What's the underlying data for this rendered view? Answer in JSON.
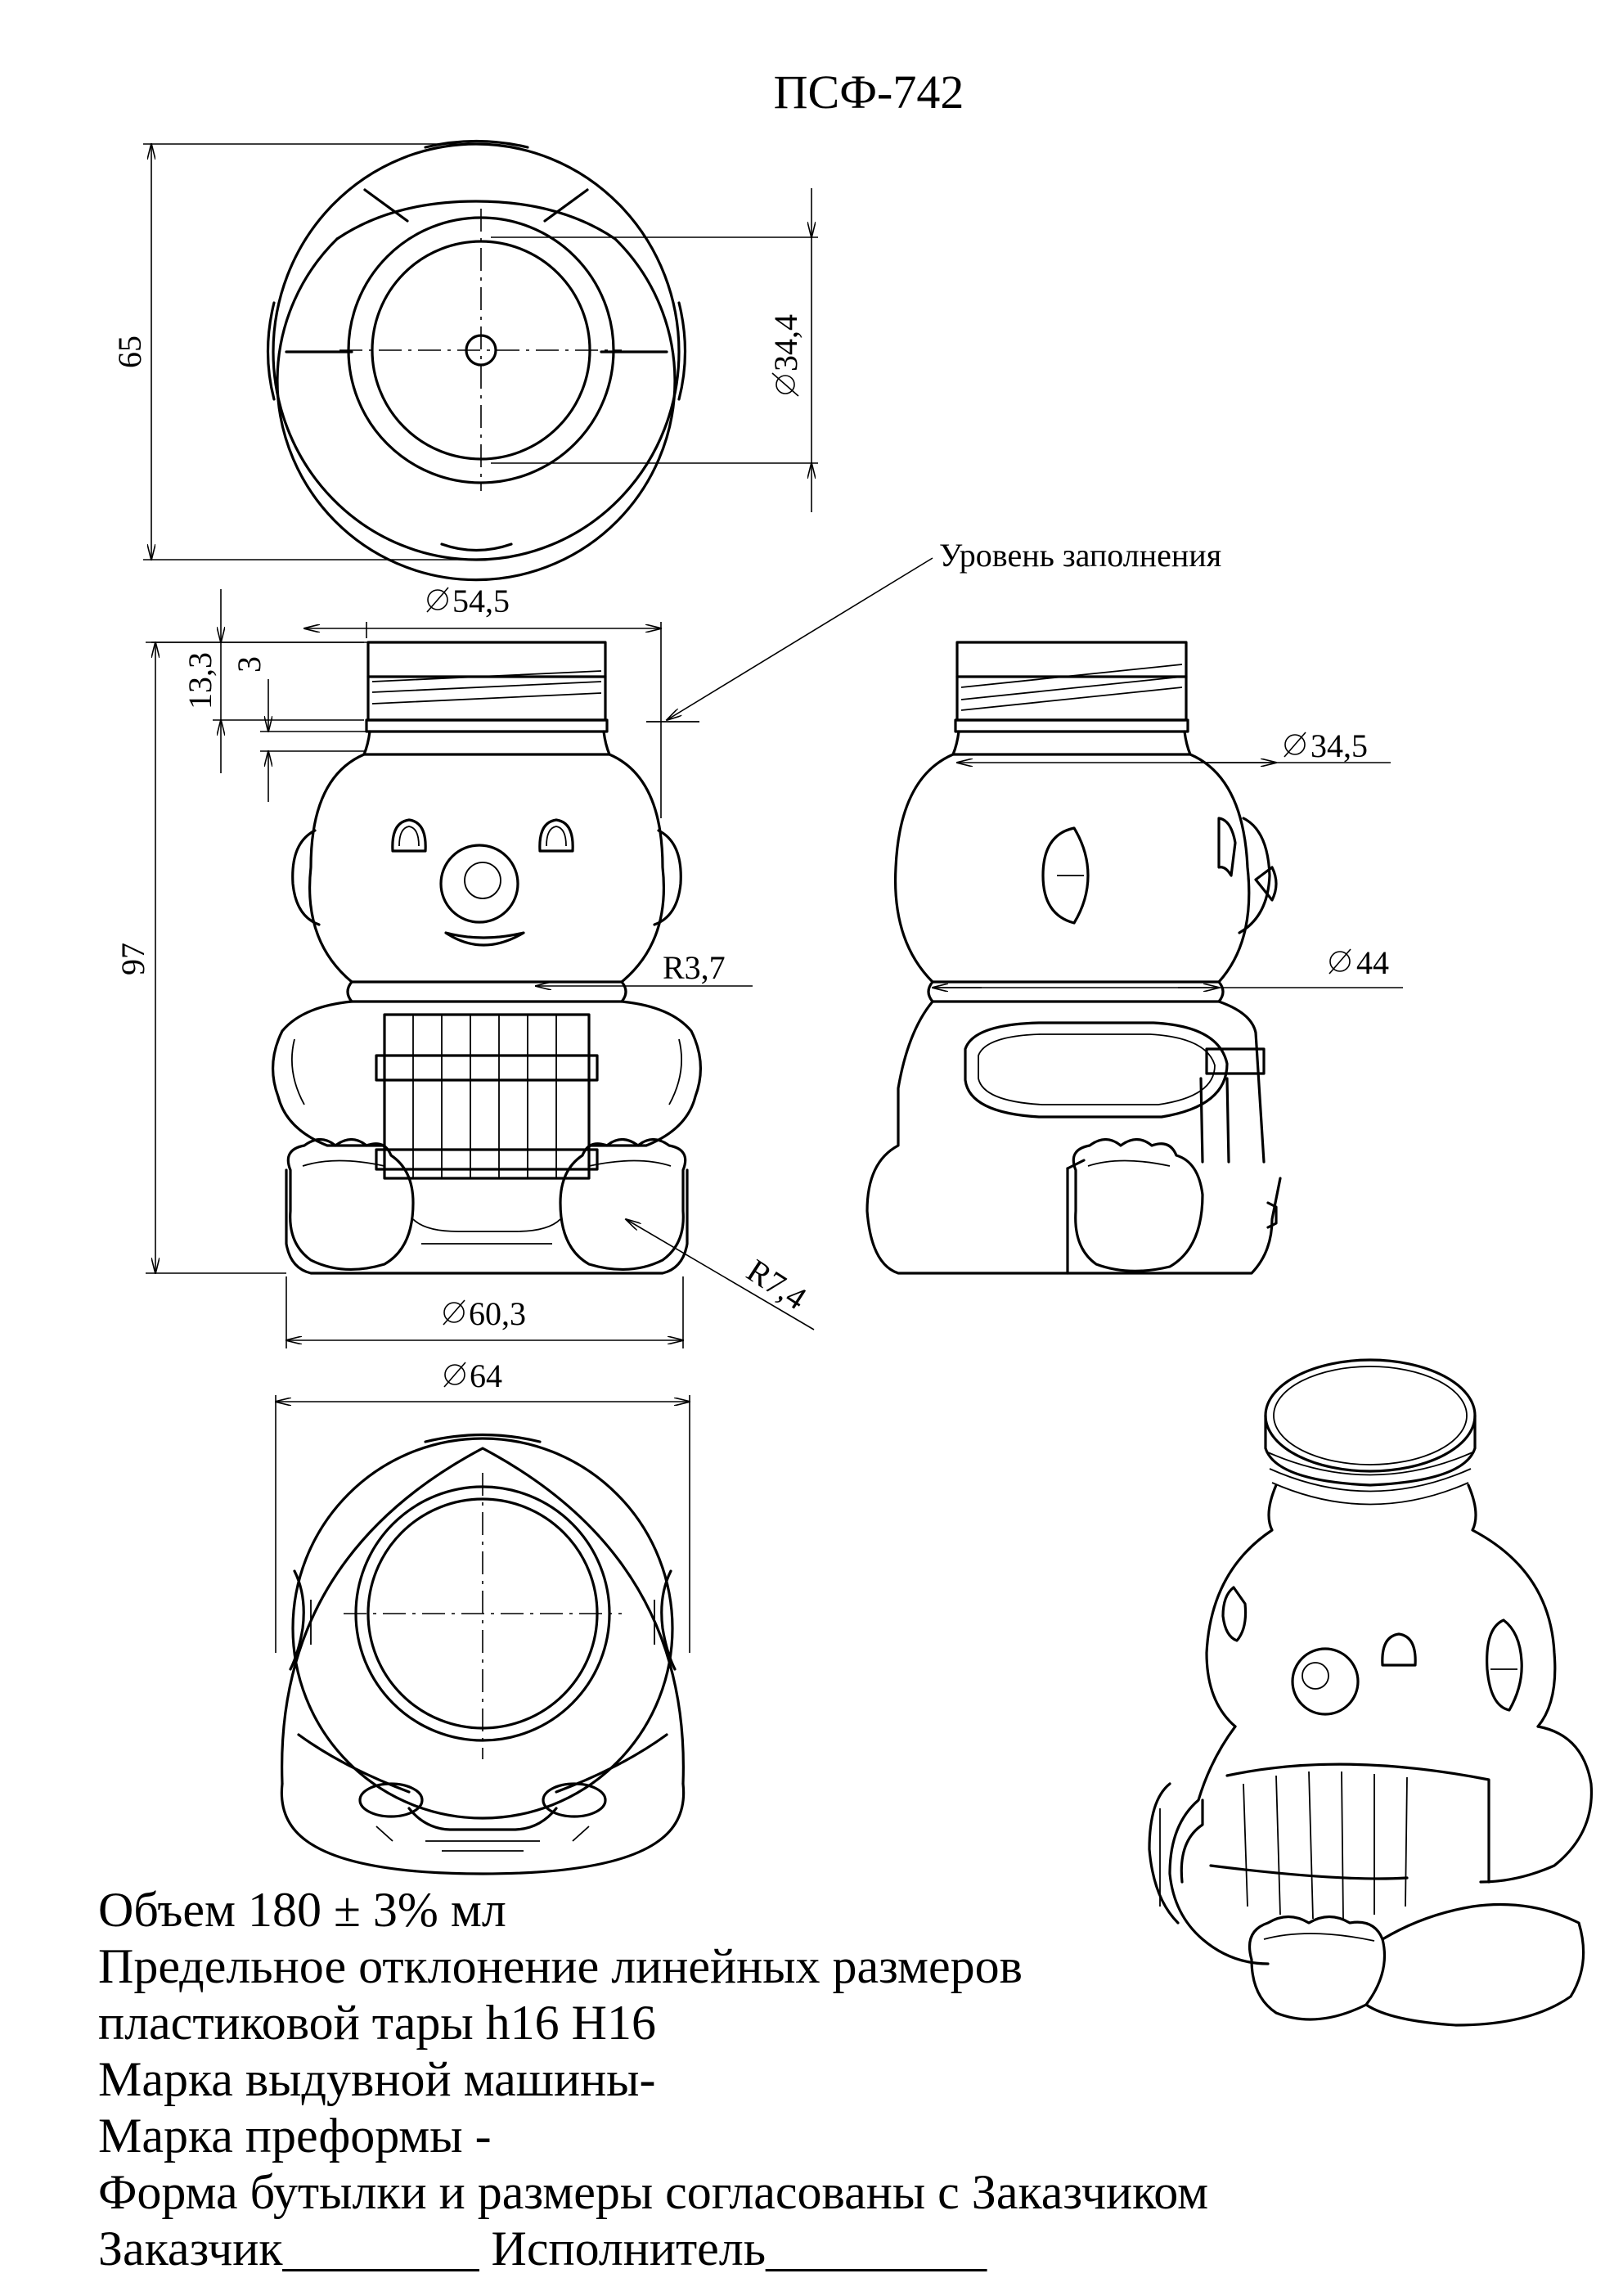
{
  "title": "ПСФ-742",
  "dimensions": {
    "top_height": "65",
    "top_diam": "34,4",
    "neck_diam": "54,5",
    "h_13_3": "13,3",
    "h_3": "3",
    "total_height": "97",
    "r_3_7": "R3,7",
    "r_7_4": "R7,4",
    "base_diam": "60,3",
    "side_neck_diam": "34,5",
    "waist_diam": "44",
    "bottom_diam": "64"
  },
  "fill_level_label": "Уровень заполнения",
  "notes": [
    "Объем  180  ± 3% мл",
    "Предельное отклонение линейных размеров",
    "пластиковой тары h16 H16",
    "Марка выдувной машины-",
    "Марка преформы -",
    "Форма бутылки и размеры согласованы с Заказчиком",
    "Заказчик________  Исполнитель_________"
  ]
}
